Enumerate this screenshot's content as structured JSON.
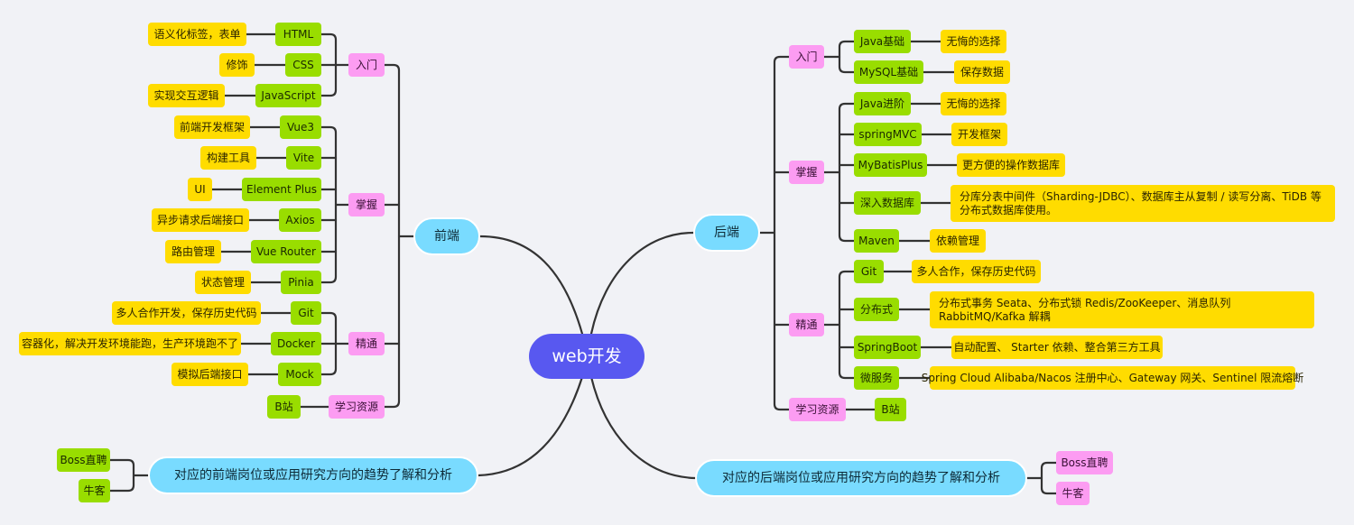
{
  "root": "web开发",
  "frontend": {
    "title": "前端",
    "groups": [
      {
        "label": "入门",
        "items": [
          {
            "name": "HTML",
            "desc": "语义化标签，表单"
          },
          {
            "name": "CSS",
            "desc": "修饰"
          },
          {
            "name": "JavaScript",
            "desc": "实现交互逻辑"
          }
        ]
      },
      {
        "label": "掌握",
        "items": [
          {
            "name": "Vue3",
            "desc": "前端开发框架"
          },
          {
            "name": "Vite",
            "desc": "构建工具"
          },
          {
            "name": "Element Plus",
            "desc": "UI"
          },
          {
            "name": "Axios",
            "desc": "异步请求后端接口"
          },
          {
            "name": "Vue Router",
            "desc": "路由管理"
          },
          {
            "name": "Pinia",
            "desc": "状态管理"
          }
        ]
      },
      {
        "label": "精通",
        "items": [
          {
            "name": "Git",
            "desc": "多人合作开发，保存历史代码"
          },
          {
            "name": "Docker",
            "desc": "容器化，解决开发环境能跑，生产环境跑不了"
          },
          {
            "name": "Mock",
            "desc": "模拟后端接口"
          }
        ]
      },
      {
        "label": "学习资源",
        "items": [
          {
            "name": "B站"
          }
        ]
      }
    ]
  },
  "backend": {
    "title": "后端",
    "groups": [
      {
        "label": "入门",
        "items": [
          {
            "name": "Java基础",
            "desc": "无悔的选择"
          },
          {
            "name": "MySQL基础",
            "desc": "保存数据"
          }
        ]
      },
      {
        "label": "掌握",
        "items": [
          {
            "name": "Java进阶",
            "desc": "无悔的选择"
          },
          {
            "name": "springMVC",
            "desc": "开发框架"
          },
          {
            "name": "MyBatisPlus",
            "desc": "更方便的操作数据库"
          },
          {
            "name": "深入数据库",
            "desc": "分库分表中间件（Sharding-JDBC）、数据库主从复制 / 读写分离、TiDB 等分布式数据库使用。"
          },
          {
            "name": "Maven",
            "desc": "依赖管理"
          }
        ]
      },
      {
        "label": "精通",
        "items": [
          {
            "name": "Git",
            "desc": "多人合作，保存历史代码"
          },
          {
            "name": "分布式",
            "desc": "分布式事务 Seata、分布式锁 Redis/ZooKeeper、消息队列 RabbitMQ/Kafka 解耦"
          },
          {
            "name": "SpringBoot",
            "desc": "自动配置、 Starter 依赖、整合第三方工具"
          },
          {
            "name": "微服务",
            "desc": "Spring Cloud Alibaba/Nacos 注册中心、Gateway 网关、Sentinel 限流熔断"
          }
        ]
      },
      {
        "label": "学习资源",
        "items": [
          {
            "name": "B站"
          }
        ]
      }
    ]
  },
  "frontend_trend": {
    "title": "对应的前端岗位或应用研究方向的趋势了解和分析",
    "items": [
      "Boss直聘",
      "牛客"
    ]
  },
  "backend_trend": {
    "title": "对应的后端岗位或应用研究方向的趋势了解和分析",
    "items": [
      "Boss直聘",
      "牛客"
    ]
  }
}
